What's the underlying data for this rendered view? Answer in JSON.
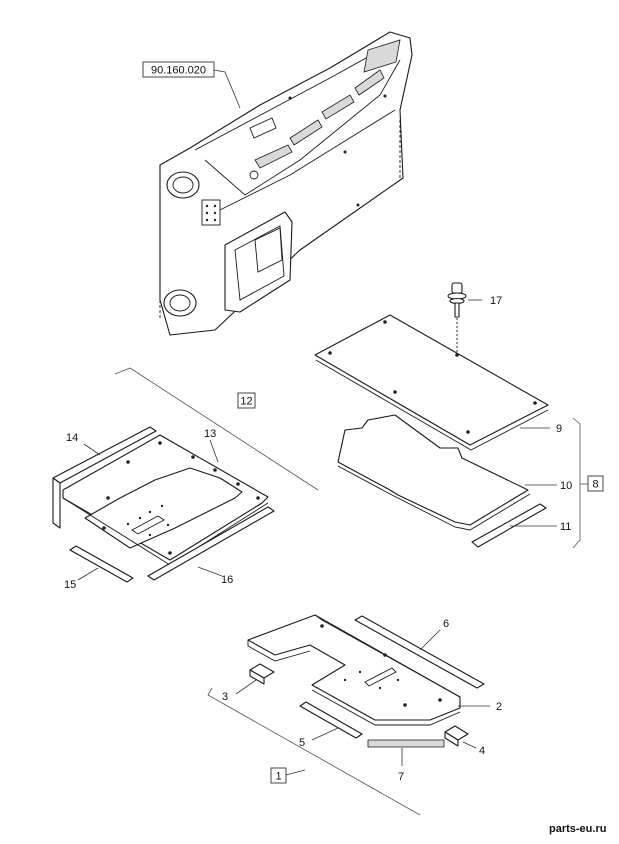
{
  "assembly_ref": "90.160.020",
  "callouts": {
    "c1": "1",
    "c2": "2",
    "c3": "3",
    "c4": "4",
    "c5": "5",
    "c6": "6",
    "c7": "7",
    "c8": "8",
    "c9": "9",
    "c10": "10",
    "c11": "11",
    "c12": "12",
    "c13": "13",
    "c14": "14",
    "c15": "15",
    "c16": "16",
    "c17": "17"
  },
  "watermark": "parts-eu.ru"
}
